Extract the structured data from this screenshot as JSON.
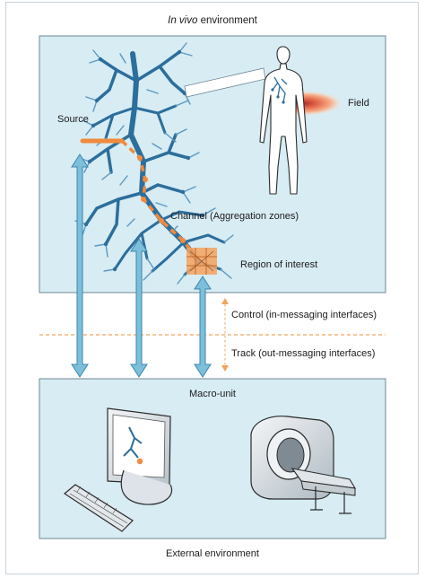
{
  "labels": {
    "in_vivo_italic": "In vivo",
    "in_vivo_rest": " environment",
    "source": "Source",
    "field": "Field",
    "channel": "Channel (Aggregation zones)",
    "region_of_interest": "Region of interest",
    "control": "Control (in-messaging interfaces)",
    "track": "Track (out-messaging interfaces)",
    "macro_unit": "Macro-unit",
    "external_environment": "External environment"
  },
  "colors": {
    "panel_fill": "#d7ecf3",
    "panel_border": "#6f8795",
    "vessel": "#2c6e9c",
    "vessel_light": "#5b98c2",
    "arrow_fill": "#7cbfdb",
    "arrow_stroke": "#3f86ab",
    "orange": "#f08a3c",
    "divider": "#f0a35a"
  },
  "icons": [
    "human-silhouette-icon",
    "monitor-icon",
    "keyboard-icon",
    "mri-scanner-icon"
  ]
}
